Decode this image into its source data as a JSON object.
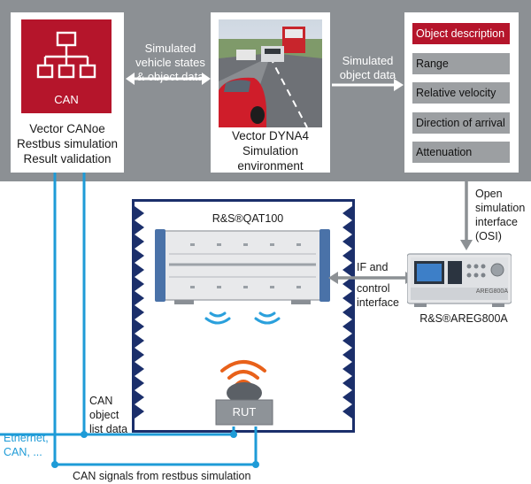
{
  "can_block": {
    "logo_text": "CAN",
    "caption_lines": [
      "Vector CANoe",
      "Restbus simulation",
      "Result validation"
    ]
  },
  "arrow_left_label": [
    "Simulated",
    "vehicle states",
    "& object data"
  ],
  "dyna": {
    "caption_lines": [
      "Vector DYNA4",
      "Simulation",
      "environment"
    ]
  },
  "arrow_right_label": [
    "Simulated",
    "object data"
  ],
  "object_list": [
    {
      "label": "Object description",
      "active": true
    },
    {
      "label": "Range",
      "active": false
    },
    {
      "label": "Relative velocity",
      "active": false
    },
    {
      "label": "Direction of arrival",
      "active": false
    },
    {
      "label": "Attenuation",
      "active": false
    }
  ],
  "osi_label": [
    "Open",
    "simulation",
    "interface",
    "(OSI)"
  ],
  "qat_label": "R&S®QAT100",
  "areg_label": "R&S®AREG800A",
  "areg_panel_text": "AREG800A",
  "if_label": [
    "IF and",
    "control",
    "interface"
  ],
  "can_object_label": [
    "CAN",
    "object",
    "list data"
  ],
  "rut_label": "RUT",
  "ethernet_label": [
    "Ethernet,",
    "CAN, ..."
  ],
  "can_signals_label": "CAN signals from restbus simulation",
  "colors": {
    "band": "#8c9094",
    "accent_red": "#b5152b",
    "blue_line": "#1e9bd7",
    "navy_triangles": "#1b2f6b",
    "radar_orange": "#e8611a",
    "wave_blue": "#2aa0dc"
  }
}
